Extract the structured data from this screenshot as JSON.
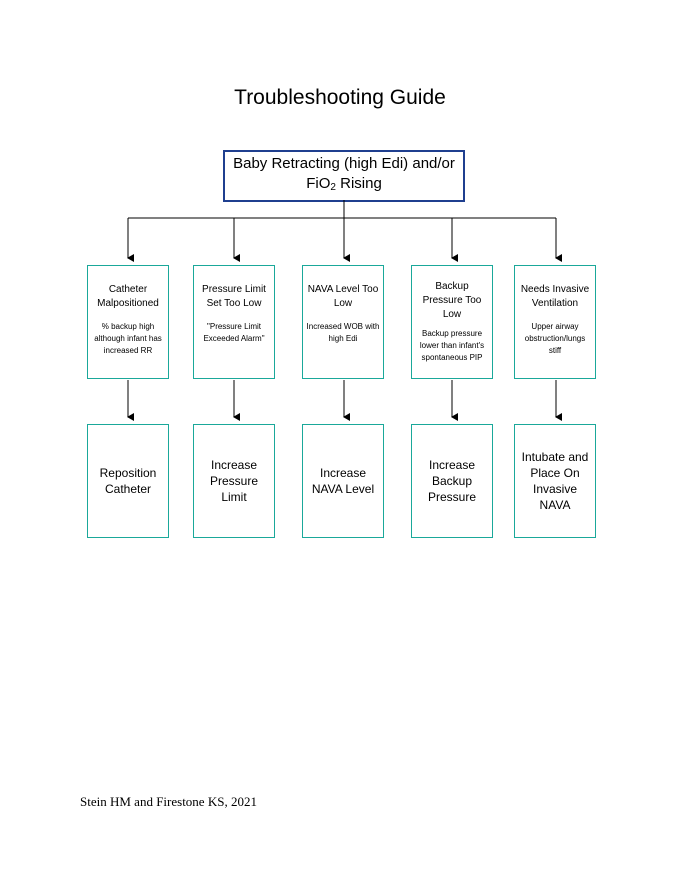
{
  "title": "Troubleshooting Guide",
  "root": {
    "line1": "Baby Retracting (high Edi) and/or",
    "line2_prefix": "FiO",
    "line2_sub": "2",
    "line2_suffix": " Rising"
  },
  "causes": [
    {
      "title": "Catheter Malpositioned",
      "desc": "% backup high although infant has increased RR"
    },
    {
      "title": "Pressure Limit Set Too Low",
      "desc": "\"Pressure Limit Exceeded Alarm\""
    },
    {
      "title": "NAVA Level Too Low",
      "desc": "Increased WOB with high Edi"
    },
    {
      "title": "Backup Pressure Too Low",
      "desc": "Backup pressure lower than infant's spontaneous PIP"
    },
    {
      "title": "Needs Invasive Ventilation",
      "desc": "Upper airway obstruction/lungs stiff"
    }
  ],
  "actions": [
    "Reposition Catheter",
    "Increase Pressure Limit",
    "Increase NAVA Level",
    "Increase Backup Pressure",
    "Intubate and Place On Invasive NAVA"
  ],
  "citation": "Stein HM and Firestone KS, 2021",
  "colors": {
    "root_border": "#1f3f8f",
    "box_border": "#1aa89a",
    "line": "#000000"
  }
}
